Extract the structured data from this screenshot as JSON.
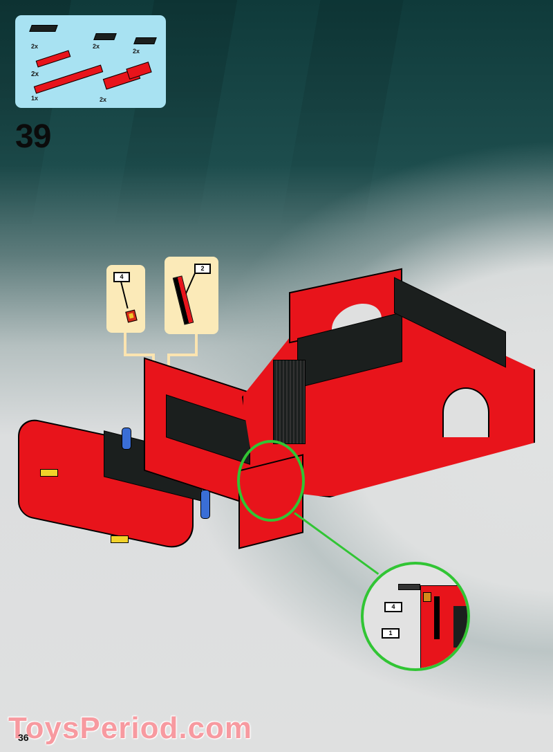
{
  "page": {
    "step_number": "39",
    "page_number": "36",
    "watermark": "ToysPeriod.com",
    "colors": {
      "parts_box": "#a8e2f2",
      "callout_bg": "#fbeab8",
      "zoom_ring": "#31c534",
      "brick_red": "#e8141b",
      "brick_black": "#1b1f1e",
      "watermark": "#f79aa0",
      "background_dark": "#0f3a3a",
      "background_light": "#dfe0e0"
    }
  },
  "parts_list": {
    "items": [
      {
        "name": "black plate 1x3",
        "qty": "2x"
      },
      {
        "name": "black plate 1x2",
        "qty": "2x"
      },
      {
        "name": "black plate 1x2 grille",
        "qty": "2x"
      },
      {
        "name": "red tile 1x4",
        "qty": "2x"
      },
      {
        "name": "red plate 1x8",
        "qty": "1x"
      },
      {
        "name": "red plate 4x4 corner",
        "qty": "2x"
      }
    ]
  },
  "callouts": [
    {
      "label": "4",
      "part": "Ferrari shield tile 1x1"
    },
    {
      "label": "2",
      "part": "red/black stripe tile"
    }
  ],
  "detail_view": {
    "labels": [
      "4",
      "1"
    ]
  }
}
